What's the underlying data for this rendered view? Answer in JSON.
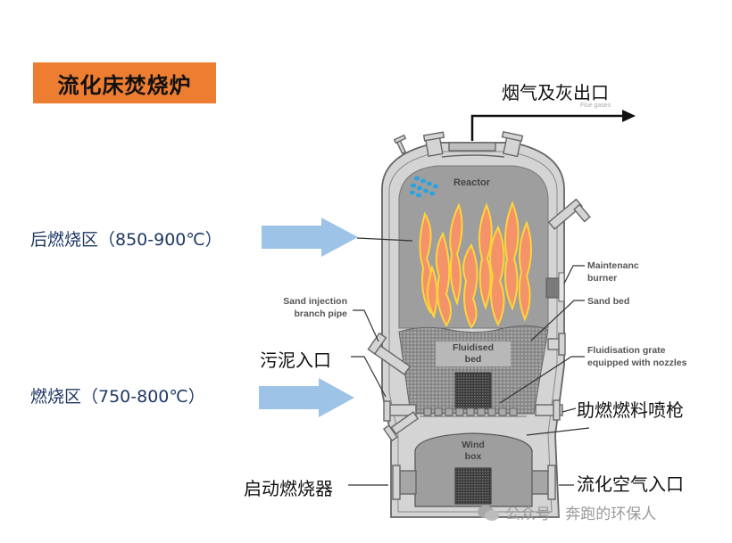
{
  "title": "流化床焚烧炉",
  "labels": {
    "flue_outlet": "烟气及灰出口",
    "post_combustion_zone": "后燃烧区（850-900℃）",
    "combustion_zone": "燃烧区（750-800℃）",
    "sludge_inlet": "污泥入口",
    "auxiliary_fuel_lance": "助燃燃料喷枪",
    "startup_burner": "启动燃烧器",
    "fluidizing_air_inlet": "流化空气入口"
  },
  "english_labels": {
    "reactor": "Reactor",
    "maintenance_burner_line1": "Maintenanc",
    "maintenance_burner_line2": "burner",
    "sand_bed": "Sand bed",
    "sand_injection_line1": "Sand injection",
    "sand_injection_line2": "branch pipe",
    "fluidisation_grate_line1": "Fluidisation grate",
    "fluidisation_grate_line2": "equipped with nozzles",
    "fluidised_bed_line1": "Fluidised",
    "fluidised_bed_line2": "bed",
    "wind_box_line1": "Wind",
    "wind_box_line2": "box"
  },
  "watermark": "公众号 · 奔跑的环保人",
  "colors": {
    "title_bg": "#ED7D31",
    "arrow_fill": "#9DC3E6",
    "zone_text": "#1F3864",
    "flame_fill": "#F4926A",
    "flame_edge": "#FFD43B",
    "reactor_gray": "#9E9E9E",
    "wall_gray": "#D4D4D4",
    "water_droplet": "#29A3E0"
  }
}
